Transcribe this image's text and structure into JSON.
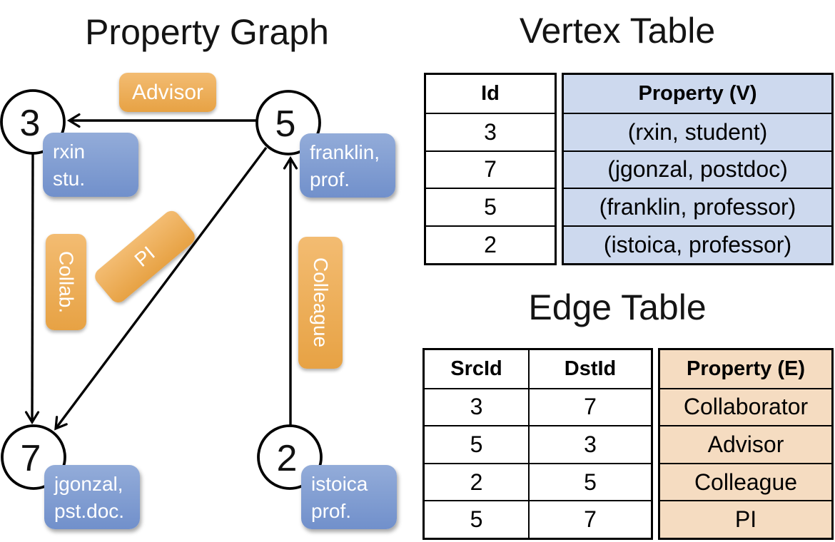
{
  "graph": {
    "title": "Property Graph",
    "vertices": [
      {
        "id": "3",
        "prop_line1": "rxin",
        "prop_line2": "stu."
      },
      {
        "id": "5",
        "prop_line1": "franklin,",
        "prop_line2": "prof."
      },
      {
        "id": "7",
        "prop_line1": "jgonzal,",
        "prop_line2": "pst.doc."
      },
      {
        "id": "2",
        "prop_line1": "istoica",
        "prop_line2": "prof."
      }
    ],
    "edge_labels": [
      {
        "text": "Advisor"
      },
      {
        "text": "Collab."
      },
      {
        "text": "PI"
      },
      {
        "text": "Colleague"
      }
    ]
  },
  "vertex_table": {
    "title": "Vertex Table",
    "headers": [
      "Id",
      "Property (V)"
    ],
    "rows": [
      [
        "3",
        "(rxin, student)"
      ],
      [
        "7",
        "(jgonzal, postdoc)"
      ],
      [
        "5",
        "(franklin, professor)"
      ],
      [
        "2",
        "(istoica, professor)"
      ]
    ]
  },
  "edge_table": {
    "title": "Edge Table",
    "headers": [
      "SrcId",
      "DstId",
      "Property (E)"
    ],
    "rows": [
      [
        "3",
        "7",
        "Collaborator"
      ],
      [
        "5",
        "3",
        "Advisor"
      ],
      [
        "2",
        "5",
        "Colleague"
      ],
      [
        "5",
        "7",
        "PI"
      ]
    ]
  },
  "colors": {
    "orange_light": "#f3bc72",
    "orange_dark": "#e7a244",
    "blue_light": "#93acd9",
    "blue_dark": "#7190cb",
    "table_blue_fill": "#cdd9ee",
    "table_orange_fill": "#f5dcc1",
    "edge_color": "#000000"
  }
}
